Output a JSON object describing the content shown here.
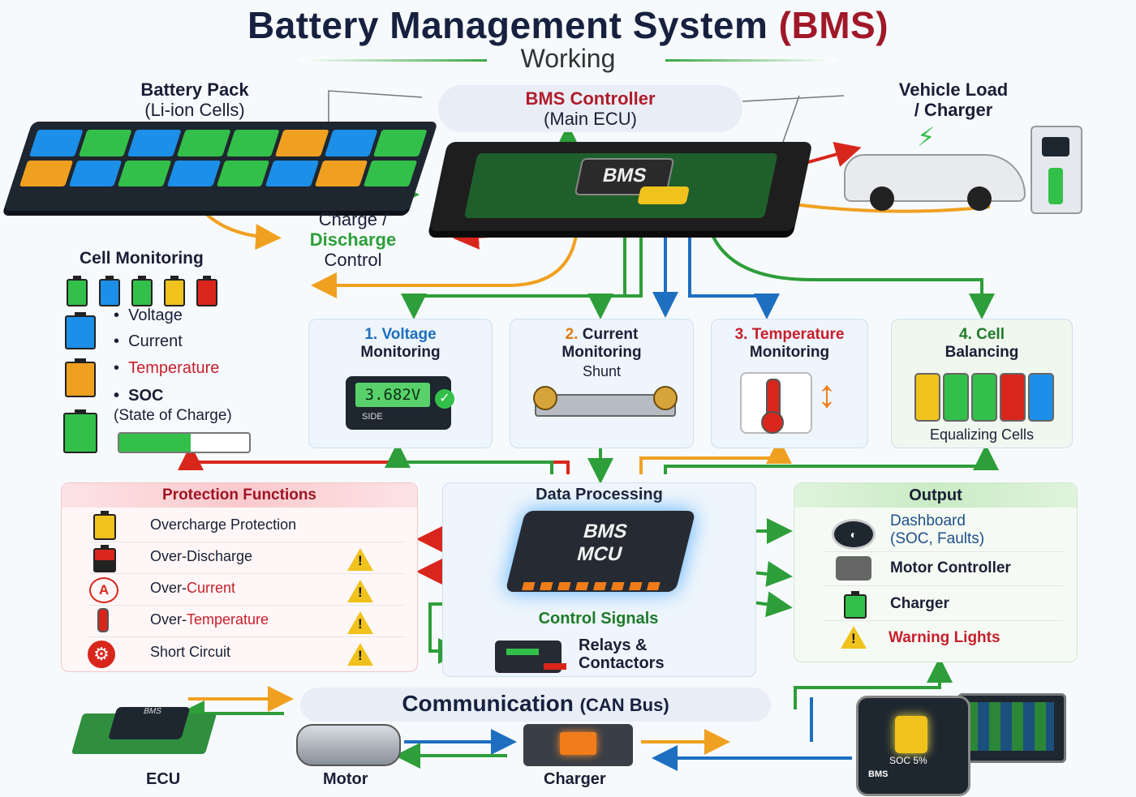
{
  "header": {
    "title_main": "Battery Management System",
    "title_accent": "(BMS)",
    "subtitle": "Working"
  },
  "battery_pack": {
    "title": "Battery Pack",
    "subtitle": "(Li-ion Cells)"
  },
  "bms_controller": {
    "title": "BMS Controller",
    "subtitle": "(Main ECU)",
    "chip_label": "BMS"
  },
  "vehicle": {
    "line1": "Vehicle Load",
    "line2": "/ Charger"
  },
  "charge_control": {
    "line1": "Charge /",
    "line2": "Discharge",
    "line3": "Control"
  },
  "cell_monitoring": {
    "title": "Cell Monitoring",
    "bullets": [
      "Voltage",
      "Current",
      "Temperature",
      "SOC"
    ],
    "soc_note": "(State of Charge)",
    "soc_fraction": 0.55
  },
  "monitor_boxes": [
    {
      "num": "1.",
      "line1": "Voltage",
      "line2": "Monitoring",
      "reading": "3.682V",
      "meter_brand": "SIDE"
    },
    {
      "num": "2.",
      "line1": "Current",
      "line2": "Monitoring",
      "note": "Shunt"
    },
    {
      "num": "3.",
      "line1": "Temperature",
      "line2": "Monitoring"
    },
    {
      "num": "4.",
      "line1": "Cell",
      "line2": "Balancing",
      "note": "Equalizing Cells"
    }
  ],
  "protection": {
    "title": "Protection Functions",
    "items": [
      {
        "pre": "Overcharge Protection",
        "accent": ""
      },
      {
        "pre": "Over-Discharge",
        "accent": ""
      },
      {
        "pre": "Over-",
        "accent": "Current"
      },
      {
        "pre": "Over-",
        "accent": "Temperature"
      },
      {
        "pre": "Short Circuit",
        "accent": ""
      }
    ],
    "warning_glyph": "!"
  },
  "data_processing": {
    "title": "Data Processing",
    "chip_line1": "BMS",
    "chip_line2": "MCU",
    "signals": "Control Signals",
    "relays_line1": "Relays &",
    "relays_line2": "Contactors"
  },
  "output": {
    "title": "Output",
    "items": [
      "Dashboard",
      "Motor Controller",
      "Charger",
      "Warning Lights"
    ],
    "dashboard_sub": "(SOC, Faults)"
  },
  "communication": {
    "title": "Communication",
    "sub": "(CAN Bus)"
  },
  "devices": {
    "ecu": "ECU",
    "motor": "Motor",
    "charger": "Charger",
    "phone_soc": "SOC",
    "phone_pct": "5%",
    "phone_brand": "BMS",
    "ecu_chip": "BMS"
  },
  "colors": {
    "navy": "#17213f",
    "red": "#c81e2b",
    "green": "#2e9e3a",
    "blue": "#1e6fc0",
    "orange": "#f0a020"
  }
}
